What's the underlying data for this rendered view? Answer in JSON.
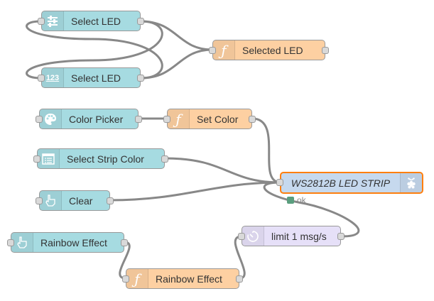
{
  "nodes": [
    {
      "id": "slider",
      "label": "Select LED",
      "type": "ui-slider",
      "icon": "sliders-icon",
      "color": "#a6dbe1"
    },
    {
      "id": "numeric",
      "label": "Select LED",
      "type": "ui-numeric",
      "icon": "numeric-123-icon",
      "color": "#a6dbe1"
    },
    {
      "id": "selected_fn",
      "label": "Selected LED",
      "type": "function",
      "icon": "function-icon",
      "color": "#fdd0a2"
    },
    {
      "id": "color_picker",
      "label": "Color Picker",
      "type": "ui-colour-picker",
      "icon": "palette-icon",
      "color": "#a6dbe1"
    },
    {
      "id": "set_color",
      "label": "Set Color",
      "type": "function",
      "icon": "function-icon",
      "color": "#fdd0a2"
    },
    {
      "id": "strip_color",
      "label": "Select Strip Color",
      "type": "ui-dropdown",
      "icon": "list-icon",
      "color": "#a6dbe1"
    },
    {
      "id": "clear",
      "label": "Clear",
      "type": "ui-button",
      "icon": "hand-pointer-icon",
      "color": "#a6dbe1"
    },
    {
      "id": "ws2812b",
      "label": "WS2812B LED STRIP",
      "type": "rpi-neopixels",
      "icon": "raspberry-pi-icon",
      "color": "#c6d9ee",
      "selected": true,
      "status": {
        "text": "ok",
        "color": "#5a9e7e"
      }
    },
    {
      "id": "rainbow_btn",
      "label": "Rainbow Effect",
      "type": "ui-button",
      "icon": "hand-pointer-icon",
      "color": "#a6dbe1"
    },
    {
      "id": "rainbow_fn",
      "label": "Rainbow Effect",
      "type": "function",
      "icon": "function-icon",
      "color": "#fdd0a2"
    },
    {
      "id": "limit",
      "label": "limit 1 msg/s",
      "type": "delay",
      "icon": "timer-icon",
      "color": "#e6e0f8"
    }
  ],
  "wires": [
    {
      "from": "slider",
      "to": "numeric"
    },
    {
      "from": "numeric",
      "to": "slider"
    },
    {
      "from": "slider",
      "to": "selected_fn"
    },
    {
      "from": "numeric",
      "to": "selected_fn"
    },
    {
      "from": "color_picker",
      "to": "set_color"
    },
    {
      "from": "set_color",
      "to": "ws2812b"
    },
    {
      "from": "strip_color",
      "to": "ws2812b"
    },
    {
      "from": "clear",
      "to": "ws2812b"
    },
    {
      "from": "rainbow_btn",
      "to": "rainbow_fn"
    },
    {
      "from": "rainbow_fn",
      "to": "limit"
    },
    {
      "from": "limit",
      "to": "ws2812b"
    }
  ]
}
